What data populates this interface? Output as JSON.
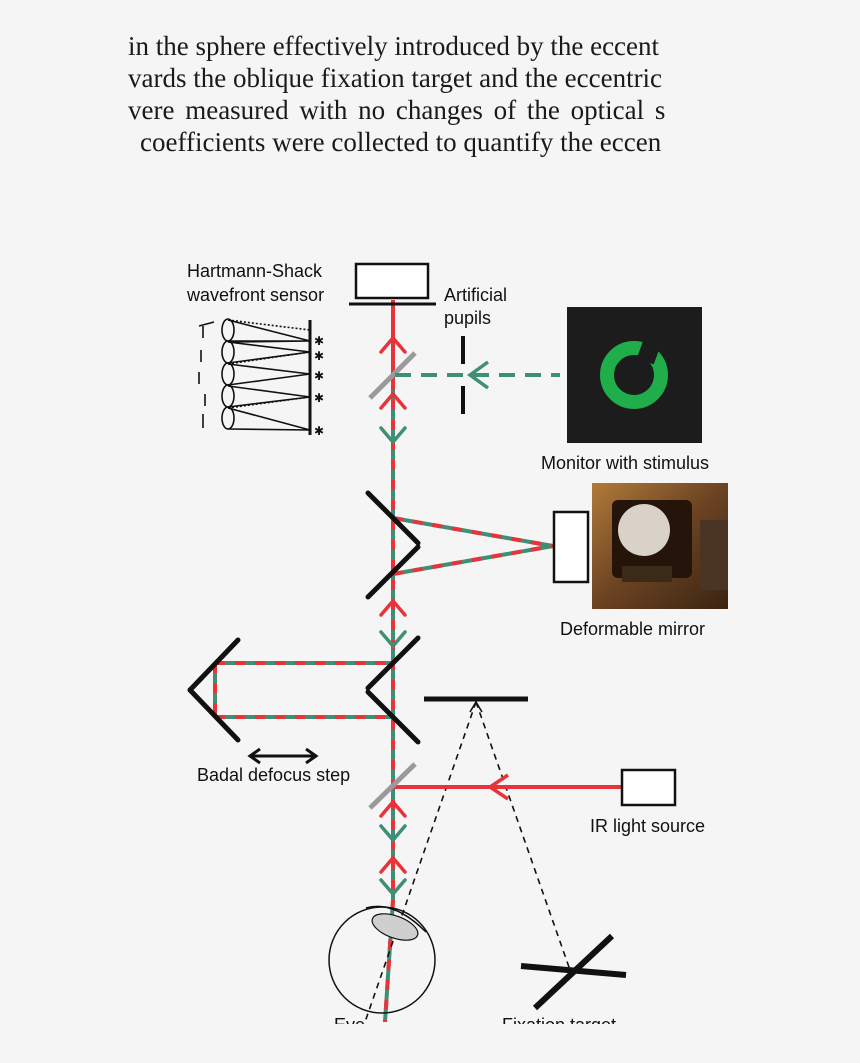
{
  "paragraph": {
    "lines": [
      "in the sphere effectively introduced by the eccent",
      "vards the oblique fixation target and the eccentric",
      "vere  measured  with  no  changes  of  the  optical  s",
      "coefficients were collected to quantify the eccen"
    ]
  },
  "labels": {
    "hs_sensor_line1": "Hartmann-Shack",
    "hs_sensor_line2": "wavefront sensor",
    "pupils_line1": "Artificial",
    "pupils_line2": "pupils",
    "monitor": "Monitor with stimulus",
    "deformable_mirror": "Deformable mirror",
    "badal": "Badal defocus step",
    "ir_source": "IR light source",
    "eye_cut": "Eye",
    "fixation_cut": "Fixation target"
  },
  "colors": {
    "red": "#e8333a",
    "green": "#3f8f76",
    "stimulus_ring": "#1fae4a",
    "monitor_bg": "#1c1c1c",
    "black": "#111111",
    "gray_mirror": "#9a9a9a"
  },
  "icons": {
    "stimulus": "landolt-c-ring",
    "deformable_mirror_photo": "deformable-mirror-photo"
  }
}
